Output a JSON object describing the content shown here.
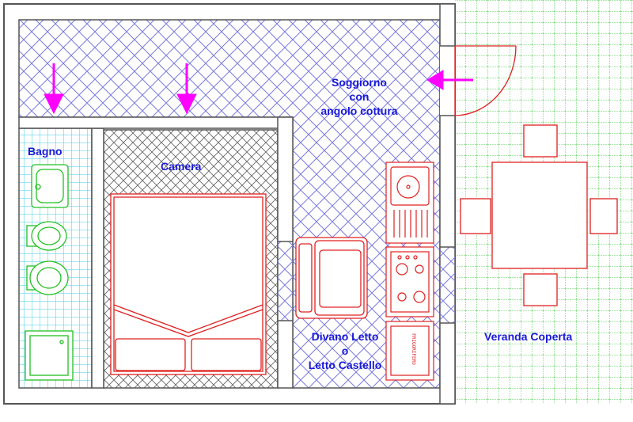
{
  "rooms": {
    "soggiorno": [
      "Soggiorno",
      "con",
      "angolo cottura"
    ],
    "bagno": "Bagno",
    "camera": "Camera",
    "divano": [
      "Divano Letto",
      "o",
      "Letto Castello"
    ],
    "veranda": "Veranda Coperta"
  },
  "fixtures": {
    "fridge_text": "FRIGORIFERO"
  },
  "colors": {
    "label": "#1a1ad8",
    "wall": "#555555",
    "soggiorno_hatch": "#7a7ae0",
    "bagno_grid": "#40c8e8",
    "camera_hatch": "#666666",
    "veranda_grid": "#50d050",
    "furniture": "#e02020",
    "sanitary": "#20c020",
    "arrow": "#ff00ff"
  },
  "icons": [
    "entrance-arrow-icon",
    "door-swing-icon"
  ]
}
